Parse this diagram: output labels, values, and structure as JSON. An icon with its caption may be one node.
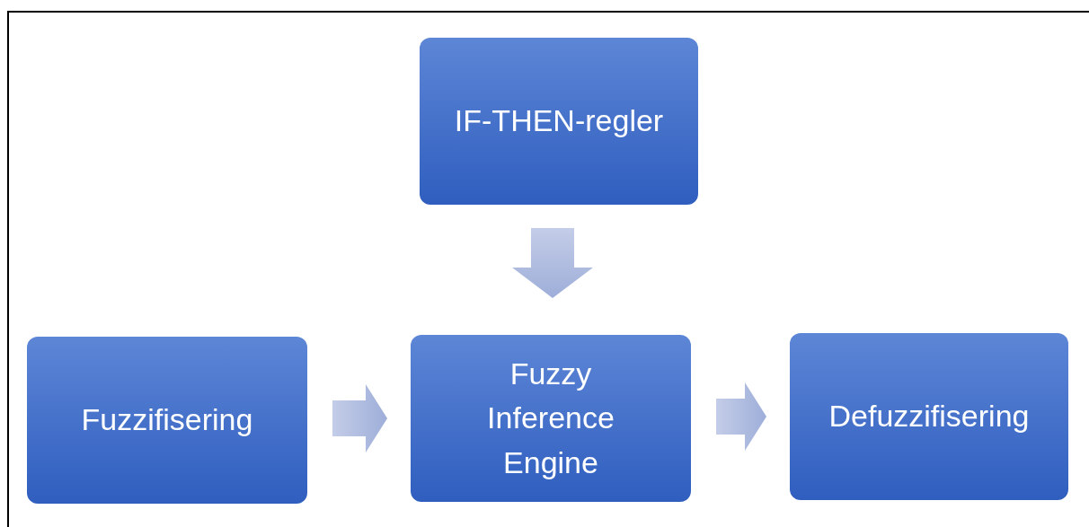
{
  "diagram": {
    "nodes": [
      {
        "text": [
          "IF-THEN-regler"
        ]
      },
      {
        "text": [
          "Fuzzifisering"
        ]
      },
      {
        "text": [
          "Fuzzy Inference Engine"
        ]
      },
      {
        "text": [
          "Defuzzifisering"
        ]
      }
    ],
    "edges": [
      {
        "from": 0,
        "to": 2,
        "arrow": "to",
        "style": "thick"
      },
      {
        "from": 1,
        "to": 2,
        "arrow": "to",
        "style": "thick"
      },
      {
        "from": 2,
        "to": 3,
        "arrow": "to",
        "style": "thick"
      }
    ]
  }
}
